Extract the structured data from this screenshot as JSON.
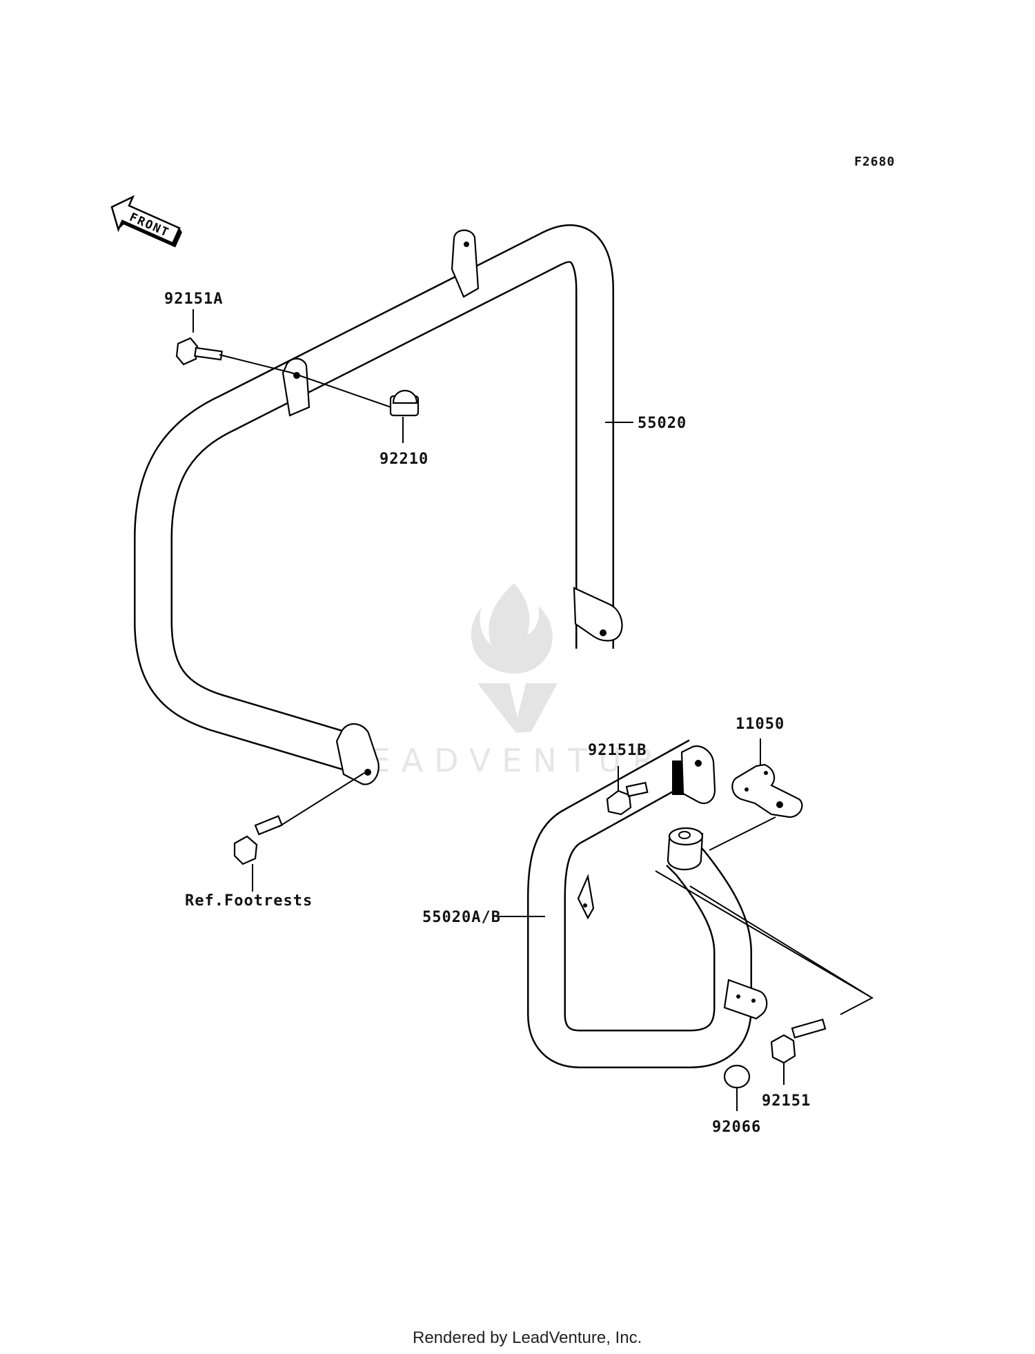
{
  "diagram": {
    "figure_code": "F2680",
    "front_indicator": "FRONT",
    "footer": "Rendered by LeadVenture, Inc.",
    "watermark": "LEADVENTURE",
    "parts": [
      {
        "id": "92151A"
      },
      {
        "id": "92210"
      },
      {
        "id": "55020"
      },
      {
        "id": "92151B"
      },
      {
        "id": "11050"
      },
      {
        "id": "Ref.Footrests"
      },
      {
        "id": "55020A/B"
      },
      {
        "id": "92151"
      },
      {
        "id": "92066"
      }
    ]
  }
}
